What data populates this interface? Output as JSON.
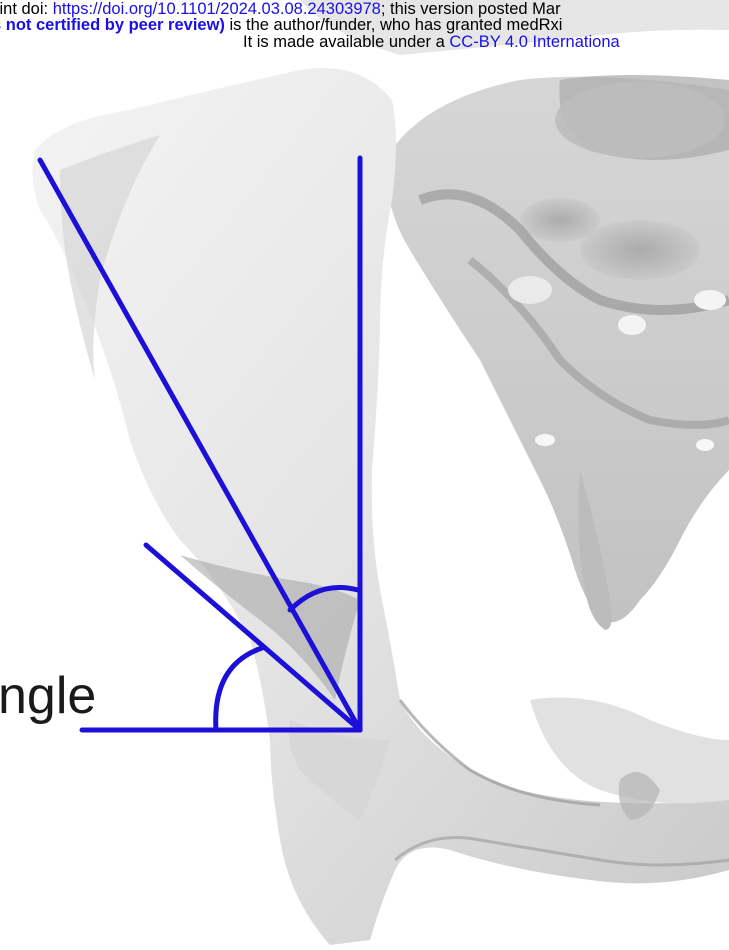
{
  "header": {
    "line1_prefix": "rint doi: ",
    "line1_link": "https://doi.org/10.1101/2024.03.08.24303978",
    "line1_suffix": "; this version posted Mar",
    "line2_bold": "s not certified by peer review)",
    "line2_suffix": " is the author/funder, who has granted medRxi",
    "line3_prefix": "It is made available under a ",
    "line3_link": "CC-BY 4.0 Internationa"
  },
  "figure": {
    "angle_label": "ngle",
    "line_color": "#1b0fd8"
  }
}
